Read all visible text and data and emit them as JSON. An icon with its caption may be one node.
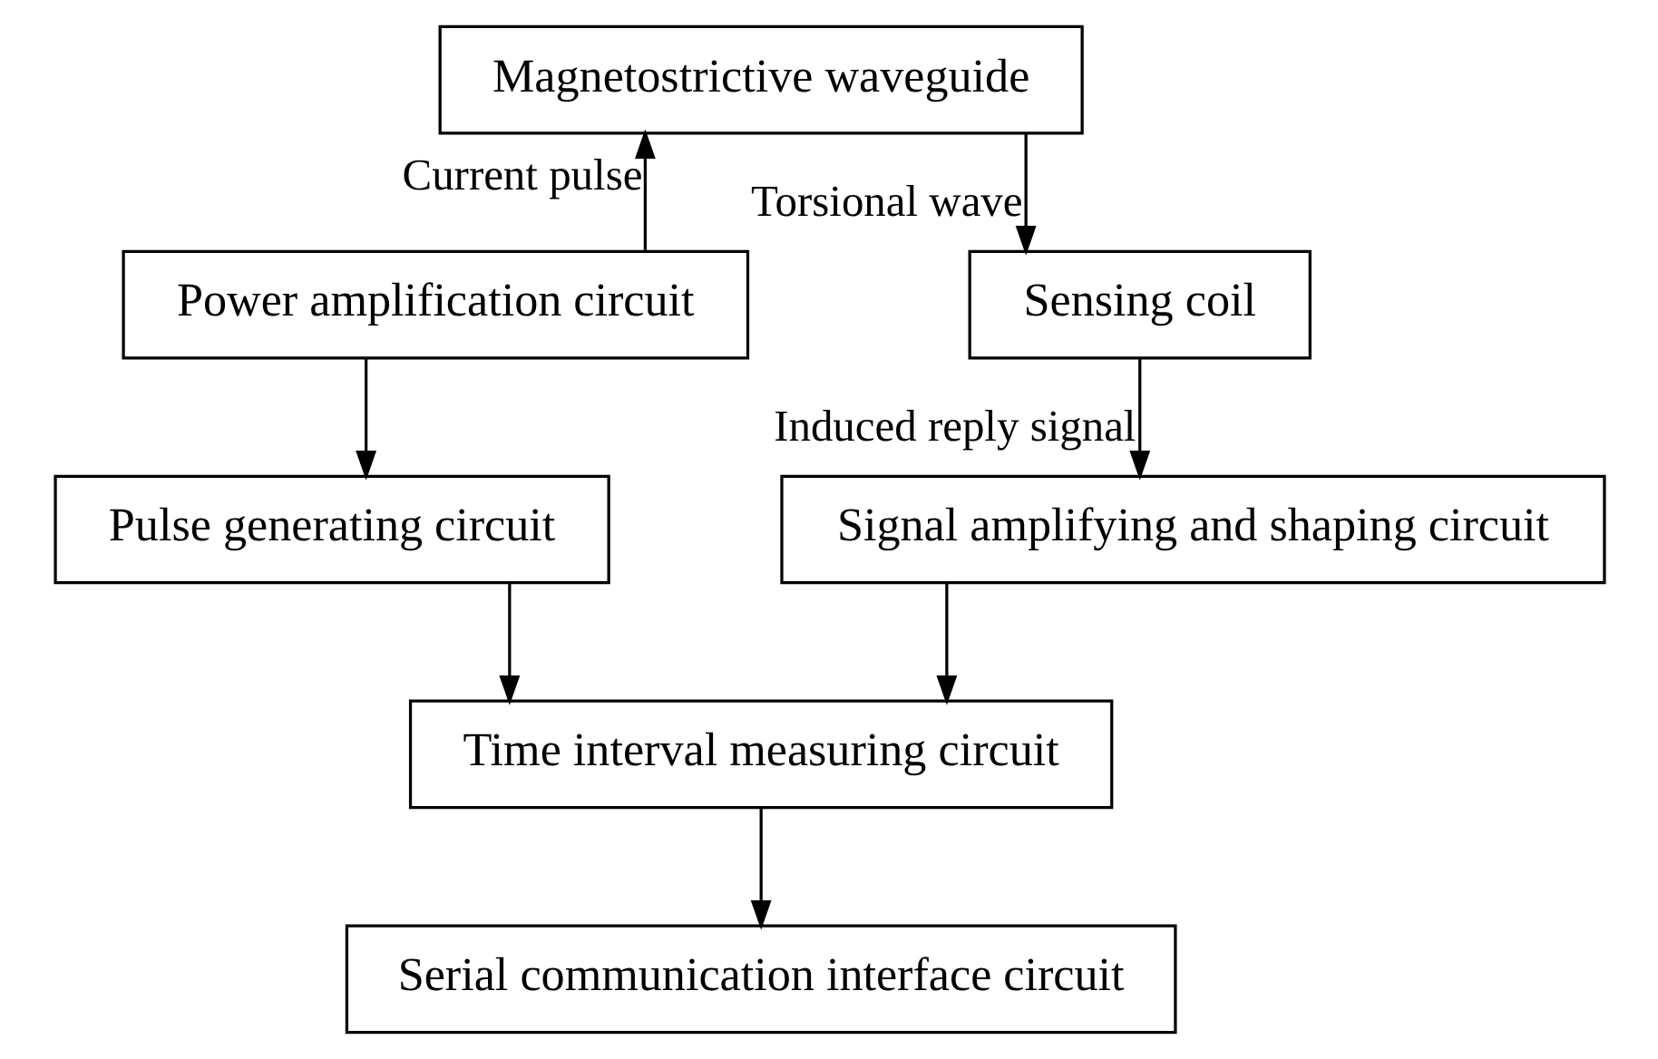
{
  "diagram": {
    "nodes": [
      {
        "text": [
          "Magnetostrictive waveguide"
        ]
      },
      {
        "text": [
          "Power amplification circuit"
        ]
      },
      {
        "text": [
          "Sensing coil"
        ]
      },
      {
        "text": [
          "Pulse generating circuit"
        ]
      },
      {
        "text": [
          "Signal amplifying and shaping circuit"
        ]
      },
      {
        "text": [
          "Time interval measuring circuit"
        ]
      },
      {
        "text": [
          "Serial communication interface circuit"
        ]
      }
    ],
    "edges": [
      {
        "from": 1,
        "to": 0,
        "arrow": "to",
        "label": "Current pulse"
      },
      {
        "from": 0,
        "to": 2,
        "arrow": "to",
        "label": "Torsional wave"
      },
      {
        "from": 2,
        "to": 4,
        "arrow": "to",
        "label": "Induced reply signal"
      },
      {
        "from": 1,
        "to": 3,
        "arrow": "to"
      },
      {
        "from": 3,
        "to": 5,
        "arrow": "to"
      },
      {
        "from": 4,
        "to": 5,
        "arrow": "to"
      },
      {
        "from": 5,
        "to": 6,
        "arrow": "to"
      }
    ]
  }
}
